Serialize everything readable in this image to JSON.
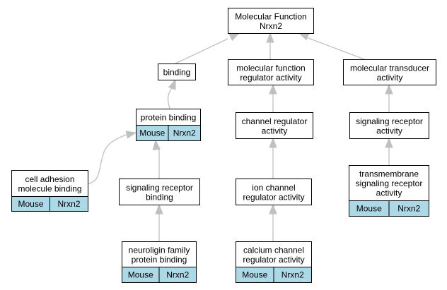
{
  "nodes": {
    "root": {
      "lines": [
        "Molecular Function",
        "Nrxn2"
      ]
    },
    "binding": {
      "lines": [
        "binding"
      ]
    },
    "mf_regulator": {
      "lines": [
        "molecular function",
        "regulator activity"
      ]
    },
    "transducer": {
      "lines": [
        "molecular transducer",
        "activity"
      ]
    },
    "protein_binding": {
      "lines": [
        "protein binding"
      ],
      "cells": [
        "Mouse",
        "Nrxn2"
      ]
    },
    "channel_regulator": {
      "lines": [
        "channel regulator",
        "activity"
      ]
    },
    "signaling_receptor_activity": {
      "lines": [
        "signaling receptor",
        "activity"
      ]
    },
    "cell_adhesion": {
      "lines": [
        "cell adhesion",
        "molecule binding"
      ],
      "cells": [
        "Mouse",
        "Nrxn2"
      ]
    },
    "signaling_receptor_binding": {
      "lines": [
        "signaling receptor",
        "binding"
      ]
    },
    "ion_channel": {
      "lines": [
        "ion channel",
        "regulator activity"
      ]
    },
    "transmembrane": {
      "lines": [
        "transmembrane",
        "signaling receptor",
        "activity"
      ],
      "cells": [
        "Mouse",
        "Nrxn2"
      ]
    },
    "neuroligin": {
      "lines": [
        "neuroligin family",
        "protein binding"
      ],
      "cells": [
        "Mouse",
        "Nrxn2"
      ]
    },
    "calcium_channel": {
      "lines": [
        "calcium channel",
        "regulator activity"
      ],
      "cells": [
        "Mouse",
        "Nrxn2"
      ]
    }
  }
}
